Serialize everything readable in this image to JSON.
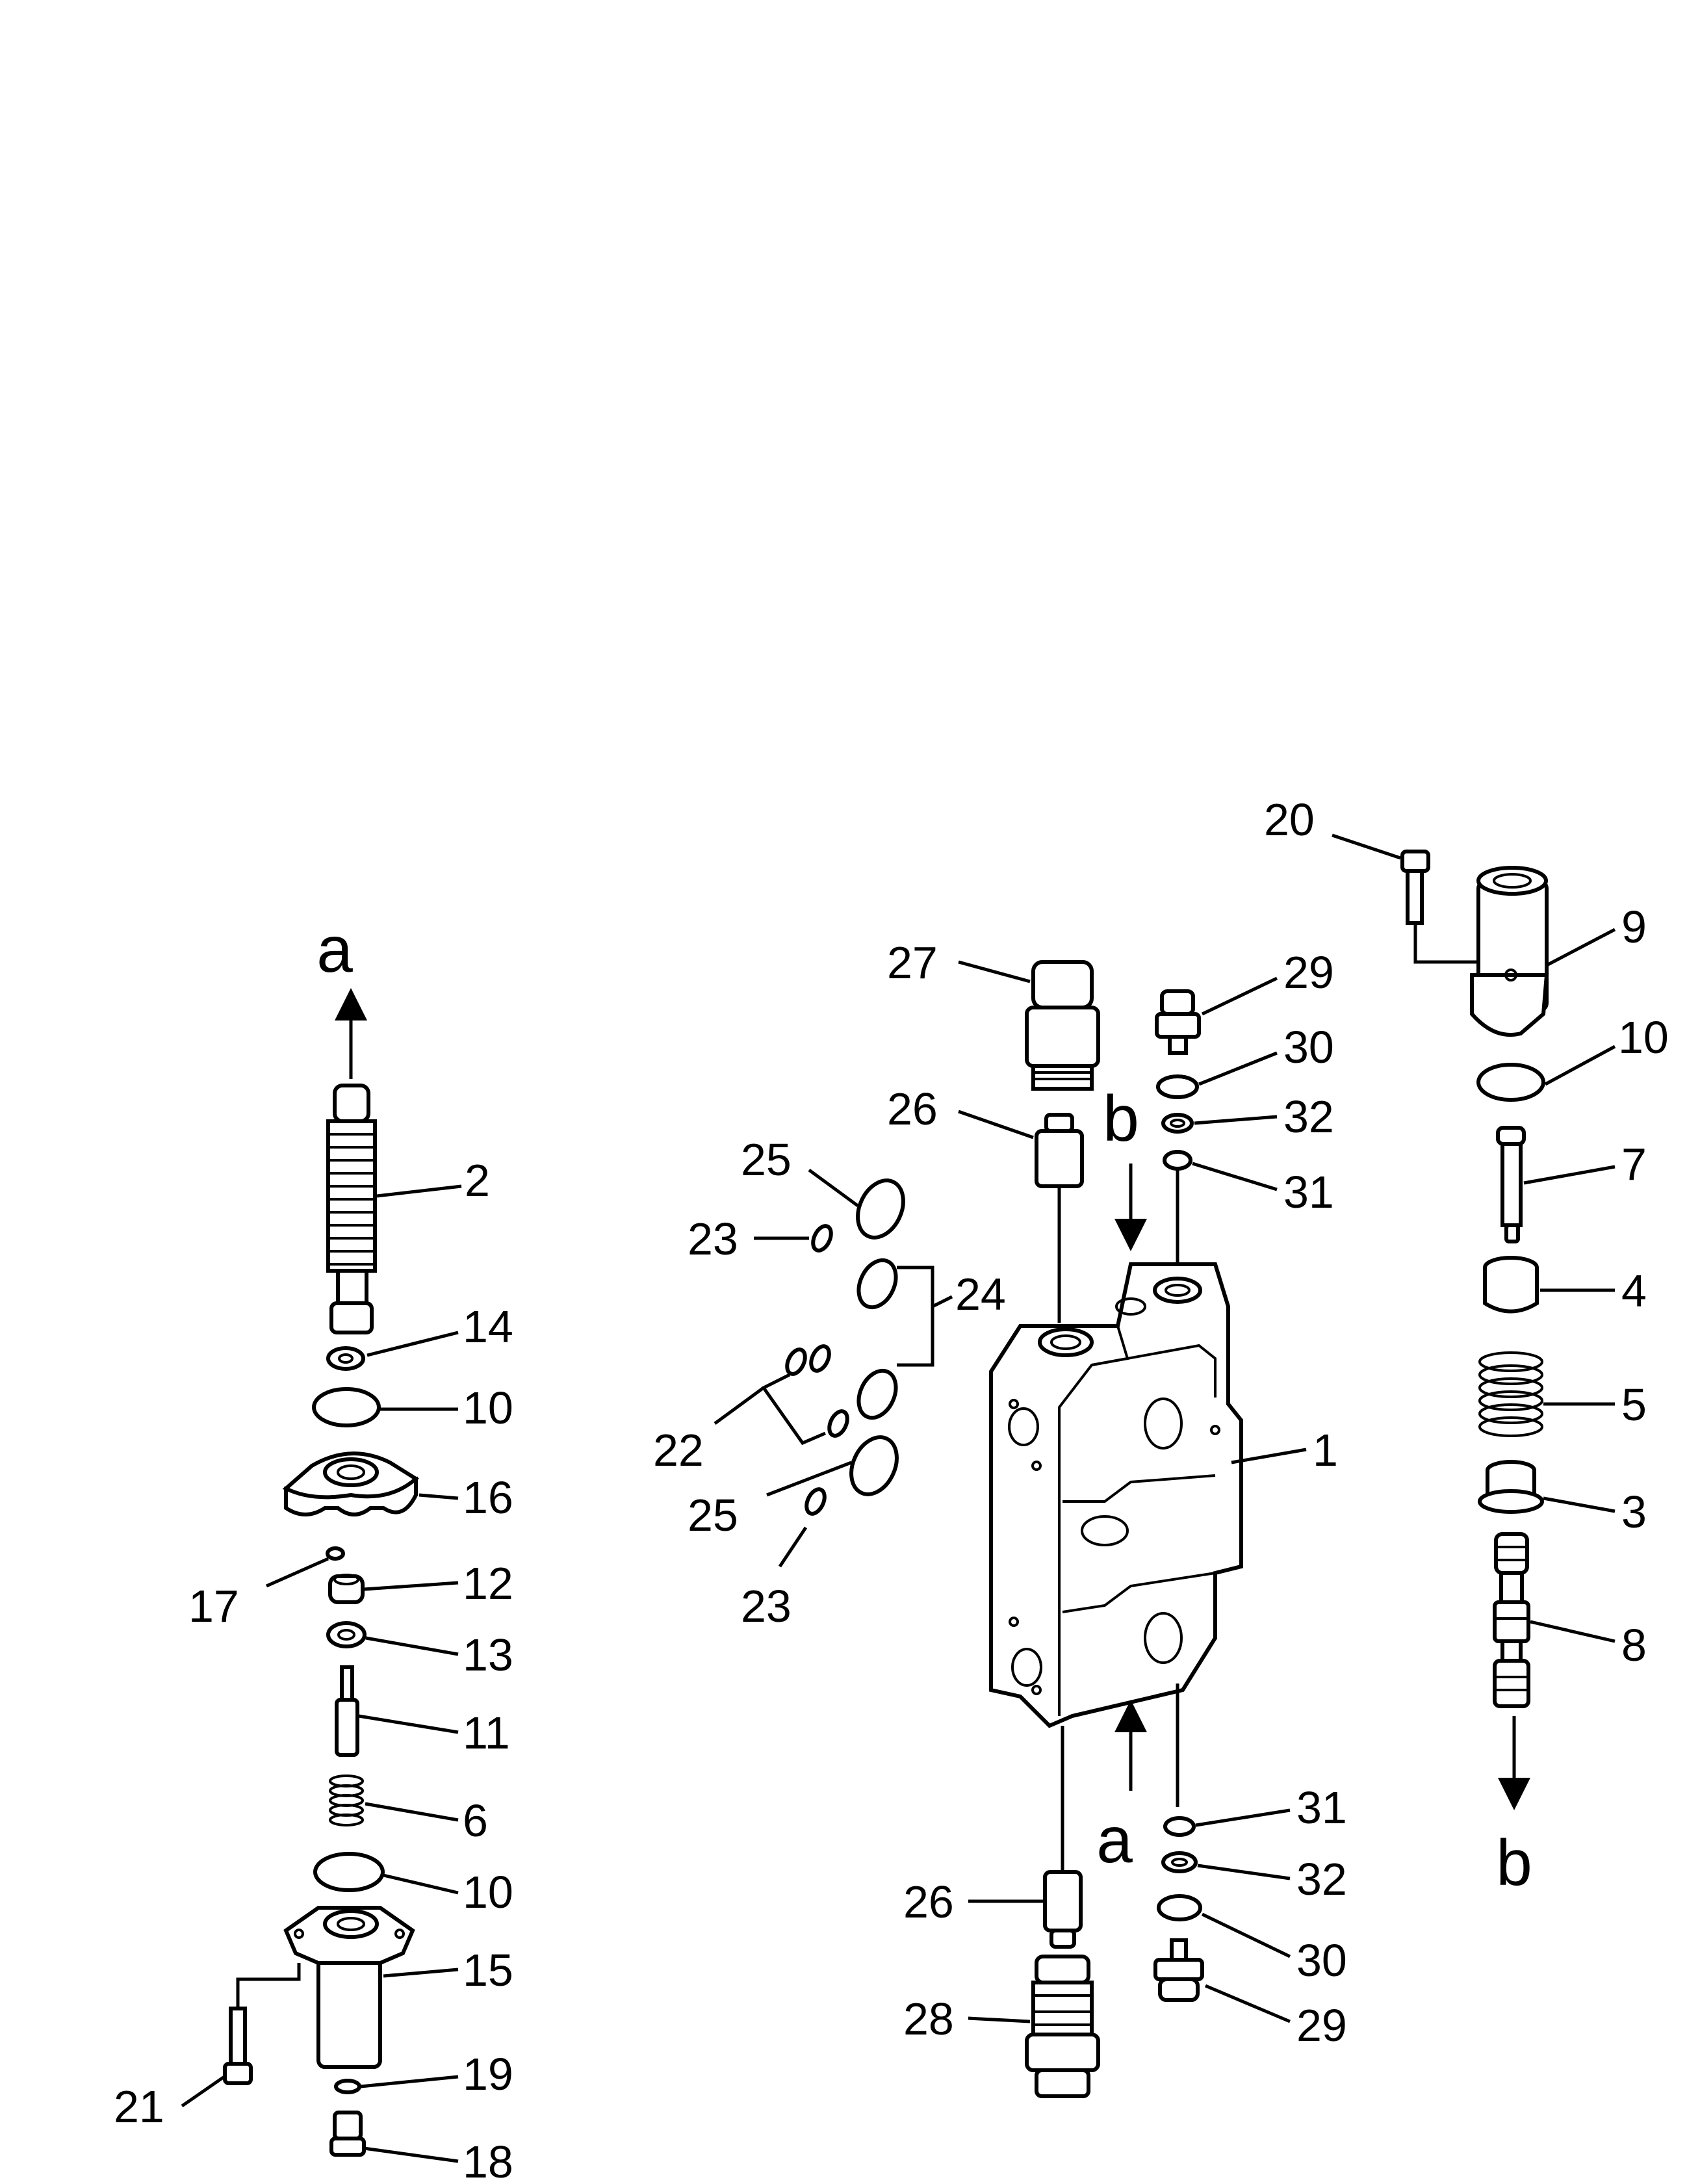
{
  "callouts": {
    "c1": "1",
    "c2": "2",
    "c3": "3",
    "c4": "4",
    "c5": "5",
    "c6": "6",
    "c7": "7",
    "c8": "8",
    "c9": "9",
    "c10a": "10",
    "c10b": "10",
    "c10c": "10",
    "c11": "11",
    "c12": "12",
    "c13": "13",
    "c14": "14",
    "c15": "15",
    "c16": "16",
    "c17": "17",
    "c18": "18",
    "c19": "19",
    "c20": "20",
    "c21": "21",
    "c22": "22",
    "c23a": "23",
    "c23b": "23",
    "c24": "24",
    "c25a": "25",
    "c25b": "25",
    "c26a": "26",
    "c26b": "26",
    "c27": "27",
    "c28": "28",
    "c29a": "29",
    "c29b": "29",
    "c30a": "30",
    "c30b": "30",
    "c31a": "31",
    "c31b": "31",
    "c32a": "32",
    "c32b": "32"
  },
  "refs": {
    "a_left": "a",
    "a_mid": "a",
    "b_mid": "b",
    "b_right": "b"
  }
}
